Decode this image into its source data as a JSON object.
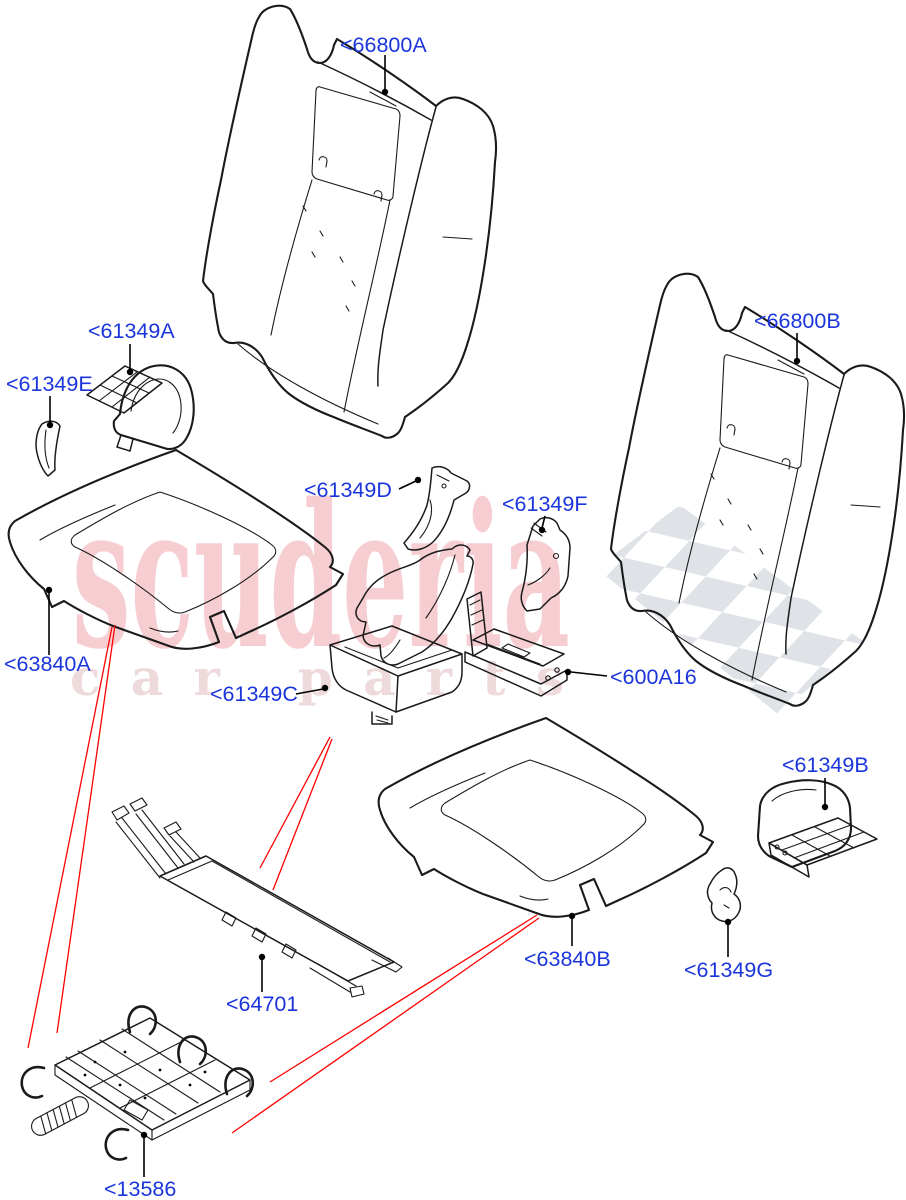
{
  "page": {
    "background": "#ffffff"
  },
  "watermark": {
    "brand": "scuderia",
    "tagline": "car parts",
    "brand_color": "#f6ced2",
    "tagline_color": "#eed9db",
    "checker_color": "#dfe3e8"
  },
  "colors": {
    "label": "#1b35dc",
    "callout_red": "#ff0000",
    "line": "#1a1a1a",
    "leader": "#000000"
  },
  "labels": [
    {
      "id": "66800A",
      "text": "<66800A"
    },
    {
      "id": "61349A",
      "text": "<61349A"
    },
    {
      "id": "61349E",
      "text": "<61349E"
    },
    {
      "id": "66800B",
      "text": "<66800B"
    },
    {
      "id": "61349D",
      "text": "<61349D"
    },
    {
      "id": "61349F",
      "text": "<61349F"
    },
    {
      "id": "61349C",
      "text": "<61349C"
    },
    {
      "id": "600A16",
      "text": "<600A16"
    },
    {
      "id": "63840A",
      "text": "<63840A"
    },
    {
      "id": "61349B",
      "text": "<61349B"
    },
    {
      "id": "63840B",
      "text": "<63840B"
    },
    {
      "id": "61349G",
      "text": "<61349G"
    },
    {
      "id": "64701",
      "text": "<64701"
    },
    {
      "id": "13586",
      "text": "<13586"
    }
  ]
}
